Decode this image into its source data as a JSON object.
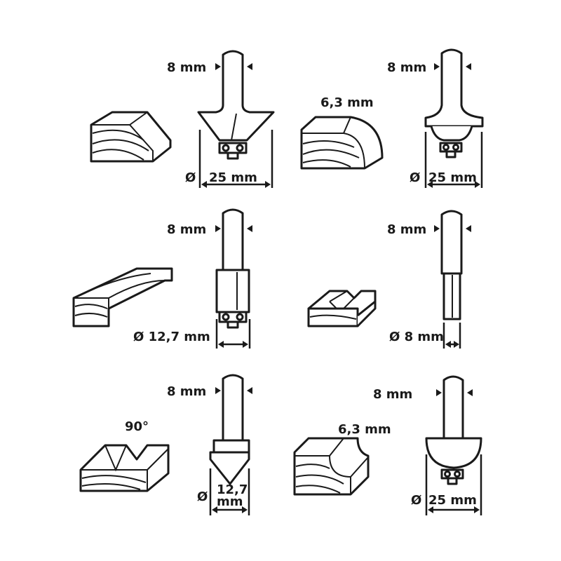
{
  "bits": [
    {
      "name": "chamfer-bit",
      "shank": "8 mm",
      "diameter_symbol": "Ø",
      "diameter": "25 mm"
    },
    {
      "name": "rounding-over-bit",
      "shank": "8 mm",
      "radius": "6,3 mm",
      "diameter_symbol": "Ø",
      "diameter": "25 mm"
    },
    {
      "name": "flush-trim-bit",
      "shank": "8 mm",
      "diameter": "Ø 12,7 mm"
    },
    {
      "name": "straight-bit",
      "shank": "8 mm",
      "diameter": "Ø 8 mm"
    },
    {
      "name": "v-groove-bit",
      "shank": "8 mm",
      "angle": "90°",
      "diameter_symbol": "Ø",
      "diameter_value": "12,7",
      "diameter_unit": "mm"
    },
    {
      "name": "cove-bit",
      "shank": "8 mm",
      "radius": "6,3 mm",
      "diameter_symbol": "Ø",
      "diameter": "25 mm"
    }
  ]
}
